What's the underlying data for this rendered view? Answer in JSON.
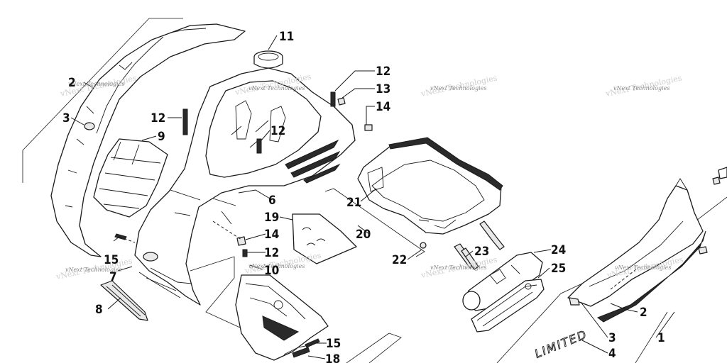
{
  "callouts": {
    "c1": "1",
    "c2a": "2",
    "c2b": "2",
    "c3a": "3",
    "c3b": "3",
    "c4": "4",
    "c6": "6",
    "c7": "7",
    "c8": "8",
    "c9": "9",
    "c10": "10",
    "c11": "11",
    "c12a": "12",
    "c12b": "12",
    "c12c": "12",
    "c12d": "12",
    "c13": "13",
    "c14a": "14",
    "c14b": "14",
    "c15a": "15",
    "c15b": "15",
    "c18": "18",
    "c19": "19",
    "c20": "20",
    "c21": "21",
    "c22": "22",
    "c23": "23",
    "c24": "24",
    "c25": "25"
  },
  "watermark": "vNext Technologies",
  "decal_text": "LIMITED"
}
